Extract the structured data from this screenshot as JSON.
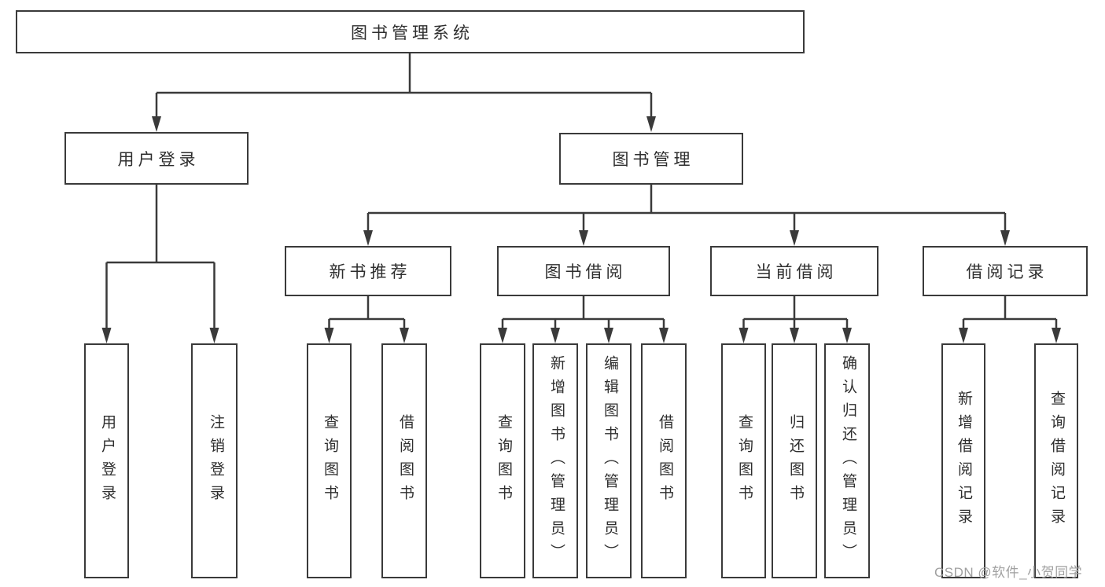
{
  "diagram": {
    "root": {
      "label": "图书管理系统"
    },
    "branches": [
      {
        "label": "用户登录",
        "leaves": [
          {
            "label": "用户登录"
          },
          {
            "label": "注销登录"
          }
        ]
      },
      {
        "label": "图书管理",
        "groups": [
          {
            "label": "新书推荐",
            "leaves": [
              {
                "label": "查询图书"
              },
              {
                "label": "借阅图书"
              }
            ]
          },
          {
            "label": "图书借阅",
            "leaves": [
              {
                "label": "查询图书"
              },
              {
                "label": "新增图书（管理员）"
              },
              {
                "label": "编辑图书（管理员）"
              },
              {
                "label": "借阅图书"
              }
            ]
          },
          {
            "label": "当前借阅",
            "leaves": [
              {
                "label": "查询图书"
              },
              {
                "label": "归还图书"
              },
              {
                "label": "确认归还（管理员）"
              }
            ]
          },
          {
            "label": "借阅记录",
            "leaves": [
              {
                "label": "新增借阅记录"
              },
              {
                "label": "查询借阅记录"
              }
            ]
          }
        ]
      }
    ]
  },
  "watermark": {
    "text": "CSDN @软件_小贺同学"
  },
  "colors": {
    "line": "#3a3a3a",
    "box_border": "#3a3a3a",
    "text": "#2e2e2e",
    "watermark": "#a0a0a0",
    "background": "#ffffff"
  }
}
